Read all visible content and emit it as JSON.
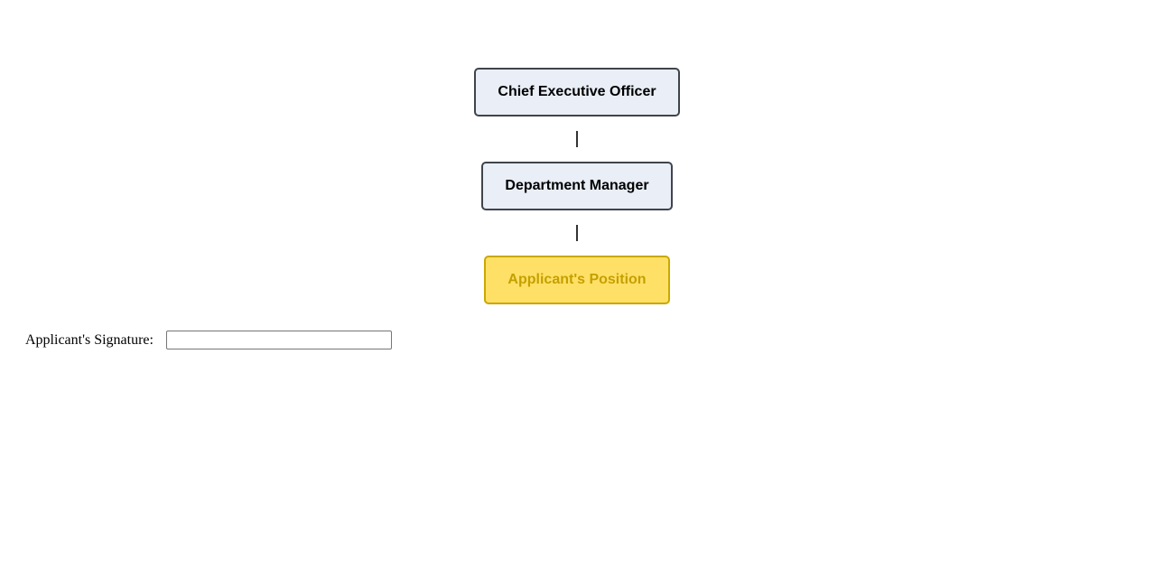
{
  "org_chart": {
    "nodes": [
      {
        "label": "Chief Executive Officer"
      },
      {
        "label": "Department Manager"
      },
      {
        "label": "Applicant's Position"
      }
    ]
  },
  "signature": {
    "label": "Applicant's Signature:",
    "value": "",
    "placeholder": ""
  },
  "colors": {
    "node_fill": "#e9eef7",
    "node_border": "#3f444c",
    "highlight_fill": "#ffe066",
    "highlight_border": "#c9a800",
    "highlight_text": "#c4a000",
    "connector": "#333333"
  }
}
